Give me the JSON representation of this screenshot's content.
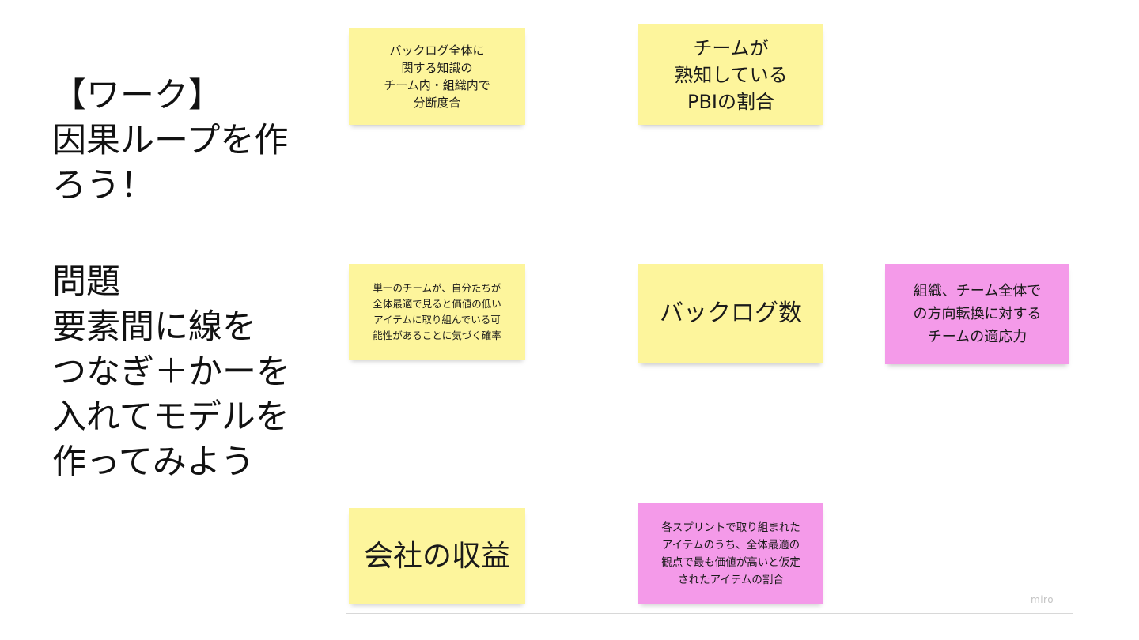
{
  "left_text": {
    "work_heading": "【ワーク】\n因果ループを作\nろう！",
    "problem_heading": "問題\n要素間に線を\nつなぎ＋かーを\n入れてモデルを\n作ってみよう"
  },
  "board": {
    "colors": {
      "yellow_sticky": "#fdf59c",
      "pink_sticky": "#f49ae9"
    },
    "stickies": [
      {
        "text": "バックログ全体に\n関する知識の\nチーム内・組織内で\n分断度合",
        "color": "yellow"
      },
      {
        "text": "チームが\n熟知している\nPBIの割合",
        "color": "yellow"
      },
      {
        "text": "単一のチームが、自分たちが\n全体最適で見ると価値の低い\nアイテムに取り組んでいる可\n能性があることに気づく確率",
        "color": "yellow"
      },
      {
        "text": "バックログ数",
        "color": "yellow"
      },
      {
        "text": "組織、チーム全体で\nの方向転換に対する\nチームの適応力",
        "color": "pink"
      },
      {
        "text": "会社の収益",
        "color": "yellow"
      },
      {
        "text": "各スプリントで取り組まれた\nアイテムのうち、全体最適の\n観点で最も価値が高いと仮定\nされたアイテムの割合",
        "color": "pink"
      }
    ],
    "watermark": "miro"
  }
}
